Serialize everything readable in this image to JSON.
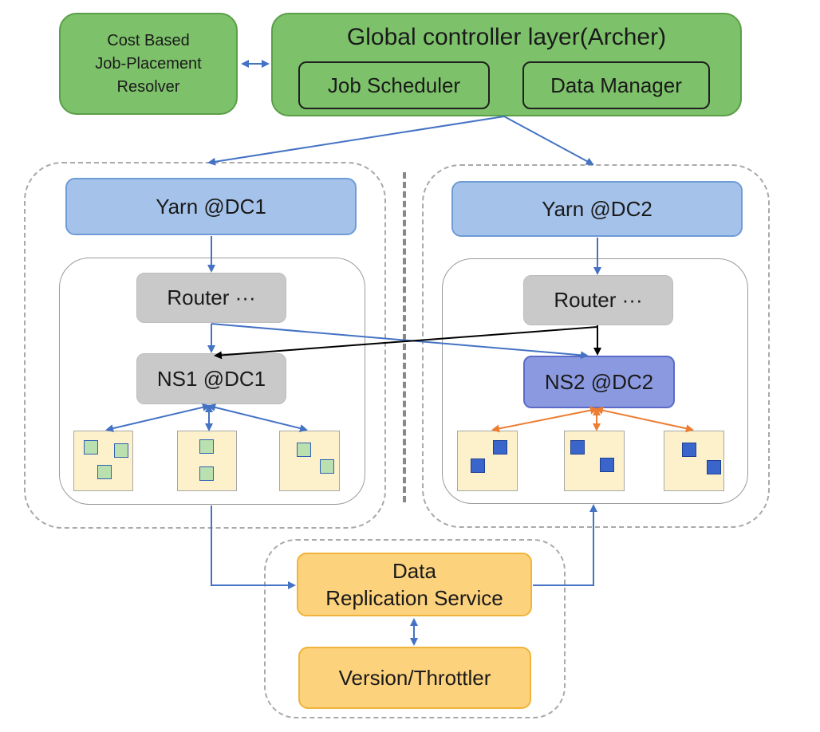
{
  "resolver": {
    "line1": "Cost Based",
    "line2": "Job-Placement",
    "line3": "Resolver"
  },
  "global": {
    "title": "Global controller layer(Archer)",
    "job_scheduler": "Job Scheduler",
    "data_manager": "Data Manager"
  },
  "dc1": {
    "yarn": "Yarn @DC1",
    "router": "Router ···",
    "ns": "NS1 @DC1"
  },
  "dc2": {
    "yarn": "Yarn @DC2",
    "router": "Router ···",
    "ns": "NS2 @DC2"
  },
  "replication": {
    "line1": "Data",
    "line2": "Replication Service"
  },
  "version": {
    "label": "Version/Throttler"
  },
  "colors": {
    "blue_edge": "#4472c4",
    "black_edge": "#000000",
    "orange_edge": "#ed7d31"
  }
}
